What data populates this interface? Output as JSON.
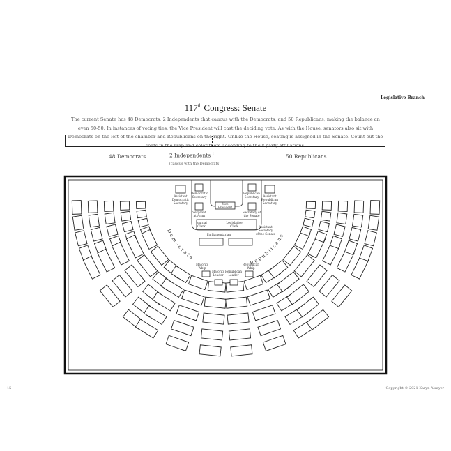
{
  "header": {
    "section": "Legislative Branch"
  },
  "title": {
    "main": "117",
    "sup": "th",
    "rest": " Congress: Senate"
  },
  "intro": "The current Senate has 48 Democrats, 2 Independents that caucus with the Democrats, and 50 Republicans, making the balance an even 50-50. In instances of voting ties, the Vice President will cast the deciding vote. As with the House, senators also sit with Democrats on the left of the chamber and Republicans on the right. Unlike the House, seating is assigned in the Senate. Count out the seats in the map and color them according to their party affiliations.",
  "balance": {
    "democrats": "48 Democrats",
    "independents": "2 Independents",
    "dagger": "†",
    "independents_note": "(caucus with the Democrats)",
    "republicans": "50 Republicans"
  },
  "chamber": {
    "democrats_label": "Democrats",
    "republicans_label": "Republicans",
    "asst_dem_sec": [
      "Assistant",
      "Democratic",
      "Secretary"
    ],
    "dem_sec": [
      "Democratic",
      "Secretary"
    ],
    "rep_sec": [
      "Republican",
      "Secretary"
    ],
    "asst_rep_sec": [
      "Assistant",
      "Republican",
      "Secretary"
    ],
    "vp": [
      "Vice",
      "President"
    ],
    "sergeant": [
      "Sergeant",
      "at Arms"
    ],
    "sec_senate": [
      "Secretary of",
      "the Senate"
    ],
    "journal": [
      "Journal",
      "Clerk"
    ],
    "legislative": [
      "Legislative",
      "Clerk"
    ],
    "asst_sec_senate": [
      "Assistant",
      "Secretary",
      "of the Senate"
    ],
    "parliamentarian": "Parliamentarian",
    "maj_whip": [
      "Majority",
      "Whip"
    ],
    "maj_leader": [
      "Majority",
      "Leader"
    ],
    "rep_leader": [
      "Republican",
      "Leader"
    ],
    "rep_whip": [
      "Republican",
      "Whip"
    ]
  },
  "footer": {
    "page": "15",
    "copyright": "Copyright © 2021 Karyn Alzayer"
  }
}
